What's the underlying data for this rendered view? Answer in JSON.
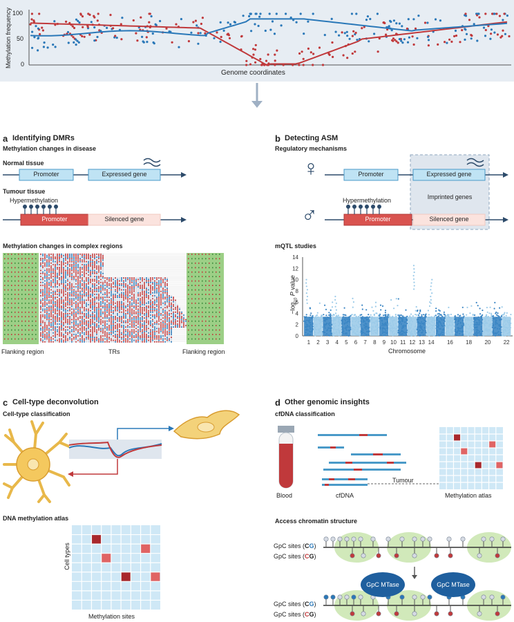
{
  "top": {
    "ylabel": "Methylation frequency",
    "xlabel": "Genome coordinates",
    "yticks": [
      "100",
      "50",
      "0"
    ]
  },
  "panel_a": {
    "letter": "a",
    "title": "Identifying DMRs",
    "subtitle1": "Methylation changes in disease",
    "normal_label": "Normal tissue",
    "promoter": "Promoter",
    "expressed_gene": "Expressed gene",
    "tumour_label": "Tumour tissue",
    "hypermethylation": "Hypermethylation",
    "silenced_gene": "Silenced gene",
    "subtitle2": "Methylation changes in complex regions",
    "flank_left": "Flanking region",
    "trs": "TRs",
    "flank_right": "Flanking region"
  },
  "panel_b": {
    "letter": "b",
    "title": "Detecting ASM",
    "subtitle1": "Regulatory mechanisms",
    "female_symbol": "♀",
    "male_symbol": "♂",
    "promoter": "Promoter",
    "expressed_gene": "Expressed gene",
    "imprinted_genes": "Imprinted genes",
    "hypermethylation": "Hypermethylation",
    "silenced_gene": "Silenced gene",
    "subtitle2": "mQTL studies",
    "ylabel_prefix": "−log",
    "ylabel_sub": "10",
    "ylabel_p": " P",
    "ylabel_suffix": " value",
    "xlabel": "Chromosome",
    "chromosomes": [
      "1",
      "2",
      "3",
      "4",
      "5",
      "6",
      "7",
      "8",
      "9",
      "10",
      "11",
      "12",
      "13",
      "14",
      "16",
      "18",
      "20",
      "22"
    ],
    "yticks": [
      "14",
      "12",
      "10",
      "8",
      "6",
      "4",
      "2",
      "0"
    ]
  },
  "panel_c": {
    "letter": "c",
    "title": "Cell-type deconvolution",
    "subtitle1": "Cell-type classification",
    "subtitle2": "DNA methylation atlas",
    "ylabel": "Cell types",
    "xlabel": "Methylation sites"
  },
  "panel_d": {
    "letter": "d",
    "title": "Other genomic insights",
    "subtitle1": "cfDNA classification",
    "blood": "Blood",
    "cfdna": "cfDNA",
    "tumour": "Tumour",
    "atlas": "Methylation atlas",
    "subtitle2": "Access chromatin structure",
    "gpc_prefix": "GpC sites (",
    "gpc_suffix": ")",
    "cg_blue_c": "C",
    "cg_blue_g": "G",
    "cg_red_c": "C",
    "cg_red_g": "G",
    "mtase": "GpC MTase"
  },
  "colors": {
    "red": "#c0393b",
    "blue": "#2a78b8",
    "navy": "#2c4a6a",
    "light_blue": "#bfe3f4",
    "grid_blue": "#cfe8f6",
    "green": "#b9dda0",
    "tumour_red": "#d9534f",
    "pink": "#fbe3de"
  }
}
